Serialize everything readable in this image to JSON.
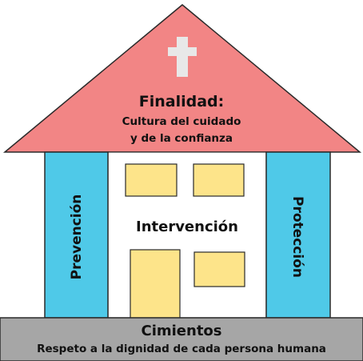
{
  "roof": {
    "title": "Finalidad:",
    "subtitle_line1": "Cultura del cuidado",
    "subtitle_line2": "y de la confianza",
    "color": "#f28585",
    "cross_color": "#e8e8e8"
  },
  "pillars": {
    "left_label": "Prevención",
    "right_label": "Protección",
    "color": "#4fc9e8"
  },
  "center": {
    "label": "Intervención",
    "window_color": "#fde48a"
  },
  "foundation": {
    "title": "Cimientos",
    "subtitle": "Respeto a la dignidad de cada persona humana",
    "color": "#a6a6a6"
  }
}
